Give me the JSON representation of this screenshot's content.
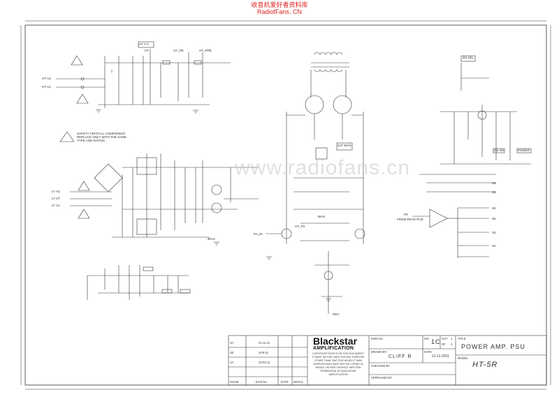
{
  "watermark": {
    "line1": "收音机爱好者资料库",
    "line2": "RadiofFans. CN",
    "center": "www.radiofans.cn"
  },
  "title_block": {
    "title_label": "TITLE",
    "title": "POWER AMP. PSU",
    "model_label": "MODEL",
    "model": "HT-5R",
    "dwg_no_label": "DWG No",
    "iss_label": "ISS",
    "iss": "1C",
    "sht_label": "SHT",
    "sht": "1",
    "of_label": "OF",
    "of": "4",
    "drawn_by_label": "DRAWN BY",
    "drawn_by": "CLIFF R",
    "date_label": "DATE",
    "date": "21-11-2011",
    "checked_by_label": "CHECKED BY",
    "approved_by_label": "APPROVED BY",
    "brand_name": "Blackstar",
    "brand_sub": "AMPLIFICATION",
    "copyright": "COPYRIGHT RIGHTS ON THIS DOCUMENT. IT MUST NOT BE USED FOR ANY PURPOSE OTHER THAN THAT FOR WHICH IT WAS SUPPLIED AND MUST NOT BE COPIED IN WHOLE OR PART WITHOUT WRITTEN PERMISSION OF BLACKSTAR AMPLIFICATION",
    "issues": [
      {
        "issue": "1C",
        "eco": "",
        "date": "21-11-11"
      },
      {
        "issue": "1B",
        "eco": "",
        "date": "24-8-11"
      },
      {
        "issue": "1A",
        "eco": "",
        "date": "23-03-11"
      }
    ],
    "issue_col": "ISSUE",
    "eco_col": "ECO No.",
    "date_col": "DATE",
    "initial_col": "INITIAL"
  },
  "labels": {
    "ht_ac_1": "HT AC",
    "ht_ac_2": "HT AC",
    "ht": "HT",
    "ht_pb": "HT_PB",
    "ht_ppb": "HT_PPB",
    "lt_ac_1": "LT AC",
    "lt_ct": "LT CT",
    "lt_ac_2": "LT AC",
    "safety_note": "SAFETY CRITICAL COMPONENT REPLACE ONLY WITH THE SAME TYPE AND RATING",
    "ht_t_vsl": "HT T.V",
    "mute_box": "SAT BIAS",
    "ht_ps": "HT_PS",
    "pa_in": "PA_IN",
    "bias": "BIAS",
    "ds_sel": "DS SEL",
    "power_box": "POWER",
    "ds_on": "DS ON",
    "from_rear_pcb": "FROM REAR PCB",
    "p9": "P9",
    "s1": "S1",
    "s2": "S2",
    "s3": "S3",
    "s4": "S4",
    "s5": "S5",
    "s6": "S6",
    "neg_bias": "-BIAS",
    "minus_rev": "-REV"
  }
}
